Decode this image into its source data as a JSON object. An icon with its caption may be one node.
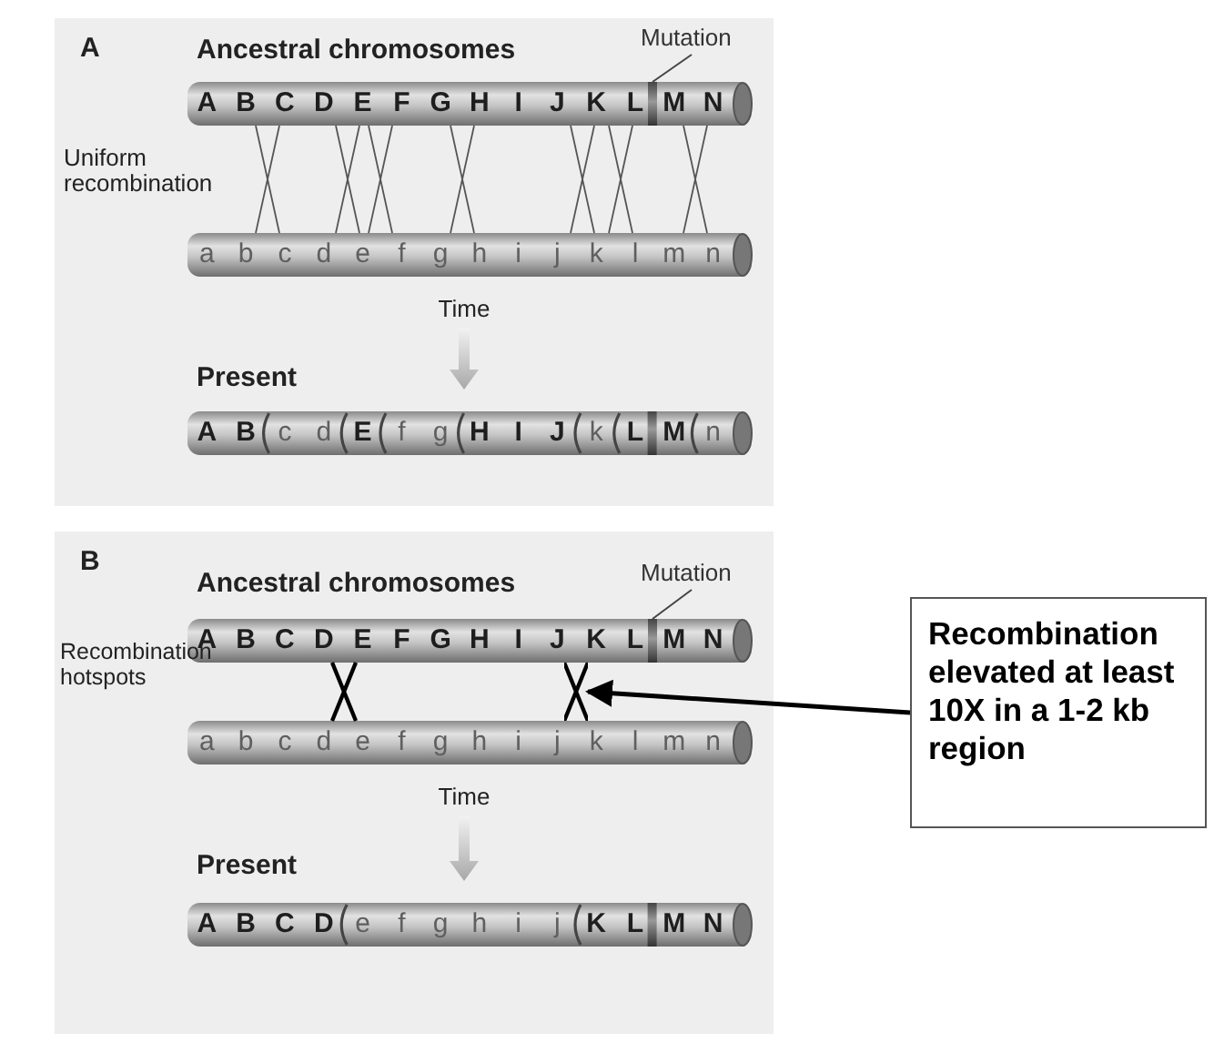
{
  "diagram": {
    "nodes": [
      {
        "text": [
          "A"
        ]
      },
      {
        "text": [
          "Mutation"
        ],
        "in": 0
      },
      {
        "text": [],
        "shape": "band",
        "in": 0
      },
      {
        "text": [
          "B"
        ]
      },
      {
        "text": [
          "Mutation"
        ],
        "in": 3
      },
      {
        "text": [],
        "shape": "band",
        "in": 3
      },
      {
        "text": [],
        "shape": "cross",
        "in": 3
      },
      {
        "text": [
          "Recombination elevated at least 10X in a 1-2 kb region"
        ]
      }
    ],
    "edges": [
      {
        "from": 1,
        "to": 2,
        "arrow": "none"
      },
      {
        "from": 4,
        "to": 5,
        "arrow": "none"
      },
      {
        "from": 7,
        "to": 6,
        "arrow": "to",
        "style": "thick"
      }
    ],
    "labels": [
      "Ancestral chromosomes",
      "A B C D E F G H I J K L M N",
      "Uniform recombination",
      "a b c d e f g h i j k l m n",
      "Time",
      "Present",
      "A B c d E f g H I J k L M n",
      "Ancestral chromosomes",
      "A B C D E F G H I J K L M N",
      "Recombination hotspots",
      "a b c d e f g h i j k l m n",
      "Time",
      "Present",
      "A B C D e f g h i j K L M N"
    ]
  }
}
